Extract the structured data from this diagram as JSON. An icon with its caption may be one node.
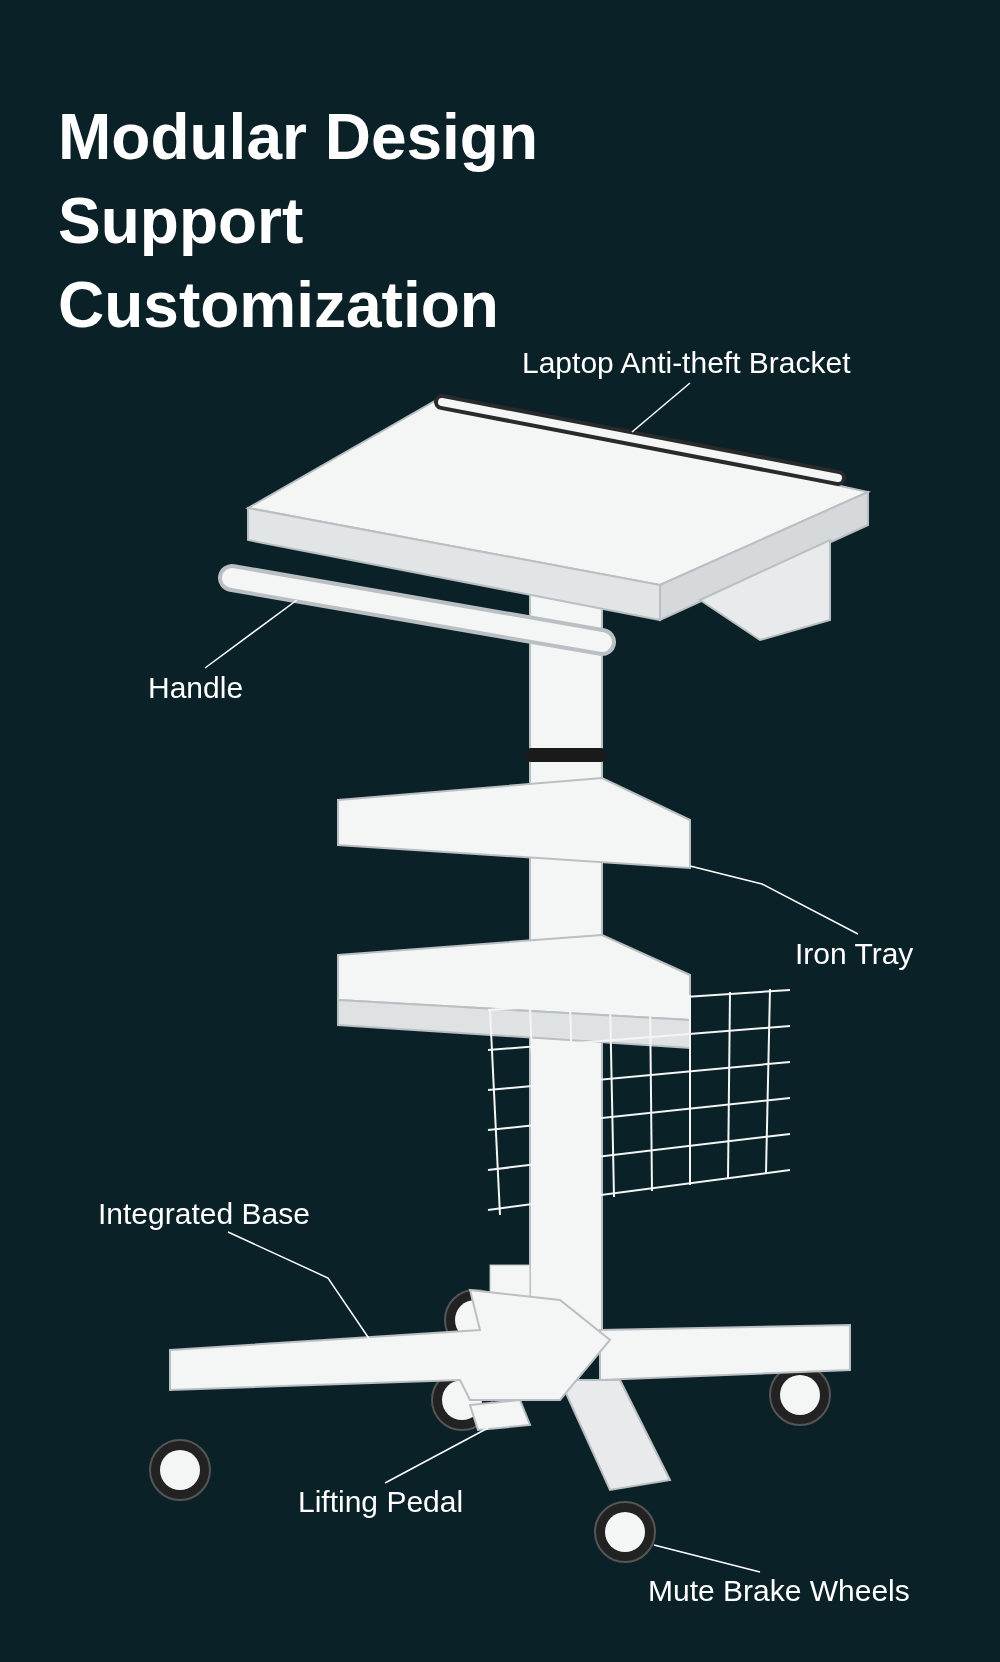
{
  "diagram": {
    "title": "Modular Design Support Customization",
    "nodes": [
      {
        "text": [
          "Laptop Anti-theft Bracket"
        ]
      },
      {
        "text": [
          "Handle"
        ]
      },
      {
        "text": [
          "Iron Tray"
        ]
      },
      {
        "text": [
          "Integrated Base"
        ]
      },
      {
        "text": [
          "Lifting Pedal"
        ]
      },
      {
        "text": [
          "Mute Brake Wheels"
        ]
      },
      {
        "text": [],
        "shape": "bar"
      },
      {
        "text": [],
        "shape": "bar"
      },
      {
        "text": [],
        "shape": "box"
      },
      {
        "text": [],
        "shape": "picture"
      },
      {
        "text": [],
        "shape": "box"
      },
      {
        "text": [],
        "shape": "circle"
      }
    ],
    "edges": [
      {
        "from": 0,
        "to": 6,
        "arrow": "none"
      },
      {
        "from": 1,
        "to": 7,
        "arrow": "none"
      },
      {
        "from": 2,
        "to": 8,
        "arrow": "none"
      },
      {
        "from": 3,
        "to": 9,
        "arrow": "none"
      },
      {
        "from": 4,
        "to": 10,
        "arrow": "none"
      },
      {
        "from": 5,
        "to": 11,
        "arrow": "none"
      }
    ]
  }
}
